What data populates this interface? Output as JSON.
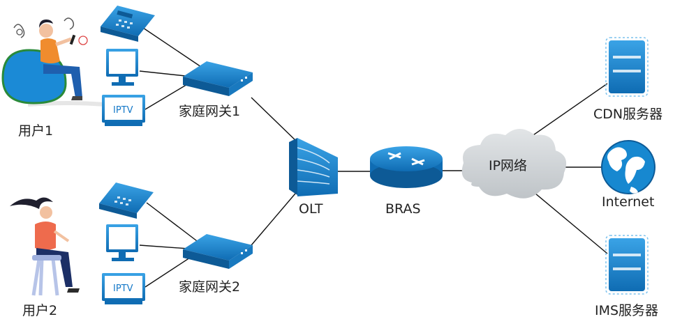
{
  "users": [
    {
      "label": "用户1"
    },
    {
      "label": "用户2"
    }
  ],
  "gateways": [
    {
      "label": "家庭网关1"
    },
    {
      "label": "家庭网关2"
    }
  ],
  "devices": {
    "iptv_label": "IPTV"
  },
  "network": {
    "olt": "OLT",
    "bras": "BRAS",
    "cloud": "IP网络"
  },
  "services": {
    "cdn": "CDN服务器",
    "internet": "Internet",
    "ims": "IMS服务器"
  },
  "colors": {
    "device_blue": "#1a8ad4",
    "device_dark": "#0d63a8",
    "cloud_gray": "#cfd3d6",
    "line": "#111111"
  }
}
